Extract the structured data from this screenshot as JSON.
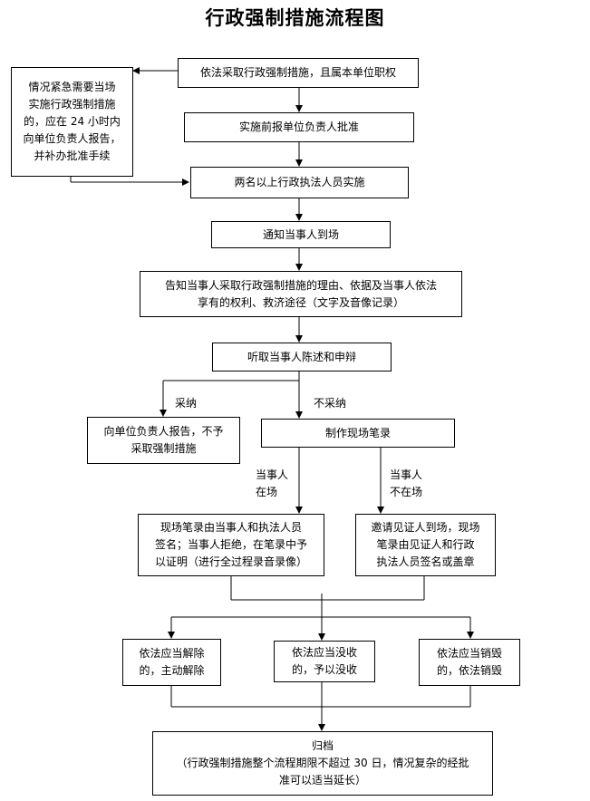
{
  "title": "行政强制措施流程图",
  "nodes": {
    "n1": "依法采取行政强制措施，且属本单位职权",
    "n2": "实施前报单位负责人批准",
    "n3": "两名以上行政执法人员实施",
    "n4": "通知当事人到场",
    "n5": "告知当事人采取行政强制措施的理由、依据及当事人依法\n享有的权利、救济途径（文字及音像记录）",
    "n6": "听取当事人陈述和申辩",
    "n7": "向单位负责人报告，不予\n采取强制措施",
    "n8": "制作现场笔录",
    "n9": "现场笔录由当事人和执法人员\n签名；当事人拒绝，在笔录中予\n以证明（进行全过程录音录像）",
    "n10": "邀请见证人到场，现场\n笔录由见证人和行政\n执法人员签名或盖章",
    "n11": "依法应当解除\n的，主动解除",
    "n12": "依法应当没收\n的，予以没收",
    "n13": "依法应当销毁\n的，依法销毁",
    "n14_title": "归档",
    "n14_note": "（行政强制措施整个流程期限不超过 30 日，情况复杂的经批\n准可以适当延长）",
    "side": "情况紧急需要当场\n实施行政强制措施\n的，应在 24 小时内\n向单位负责人报告，\n并补办批准手续"
  },
  "edge_labels": {
    "adopt": "采纳",
    "not_adopt": "不采纳",
    "present": "当事人\n在场",
    "absent": "当事人\n不在场"
  }
}
